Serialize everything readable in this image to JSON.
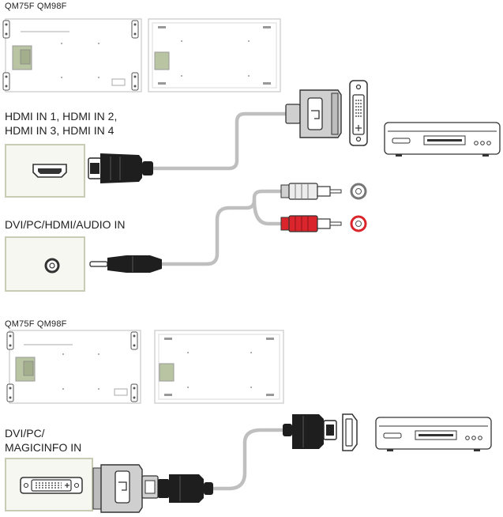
{
  "section1": {
    "models": "QM75F QM98F",
    "hdmi_label_line1": "HDMI IN 1, HDMI IN 2,",
    "hdmi_label_line2": "HDMI IN 3, HDMI IN 4",
    "audio_label": "DVI/PC/HDMI/AUDIO IN"
  },
  "section2": {
    "models": "QM75F QM98F",
    "dvi_label_line1": "DVI/PC/",
    "dvi_label_line2": "MAGICINFO IN"
  },
  "colors": {
    "line": "#333333",
    "panel_fill": "#f7f7f2",
    "panel_edge": "#c9cbb4",
    "cable": "#bfbfbf",
    "highlight_board": "#b9c4a3",
    "plug_red": "#d9252b",
    "plug_dark": "#1e1e1e"
  }
}
